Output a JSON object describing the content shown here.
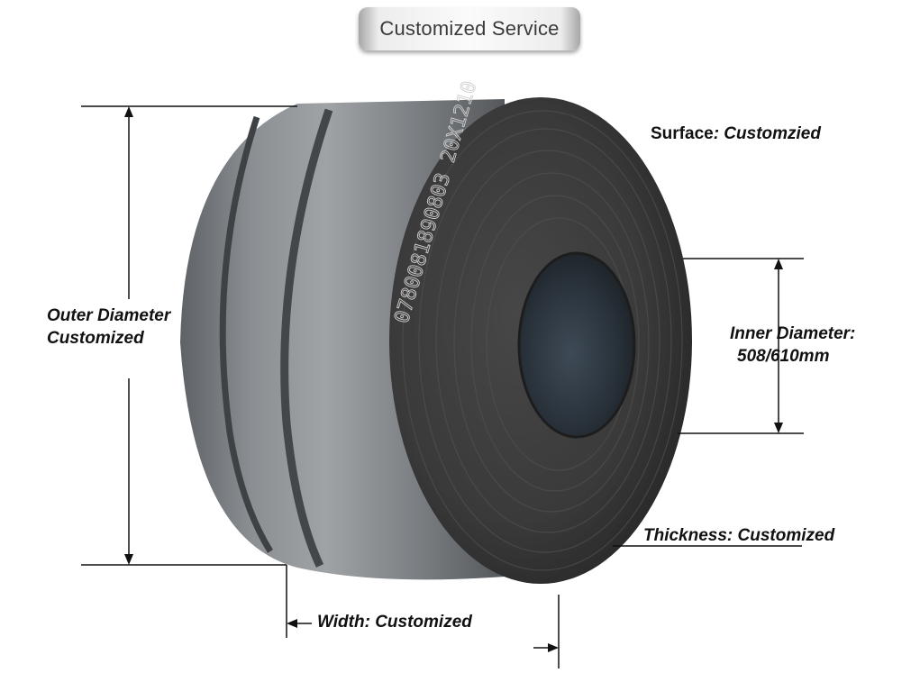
{
  "header": {
    "badge_text": "Customized Service"
  },
  "coil": {
    "stamp_text": "0780081890803 20X1210"
  },
  "labels": {
    "surface_name": "Surface",
    "surface_value": ": Customzied",
    "outer_line1": "Outer Diameter",
    "outer_line2": "Customized",
    "inner_line1": "Inner Diameter:",
    "inner_line2": "508/610mm",
    "thickness": "Thickness: Customized",
    "width": "Width: Customized"
  },
  "colors": {
    "coil_dark": "#3a3a3a",
    "coil_side": "#7c8084",
    "dimension_line": "#111111"
  }
}
